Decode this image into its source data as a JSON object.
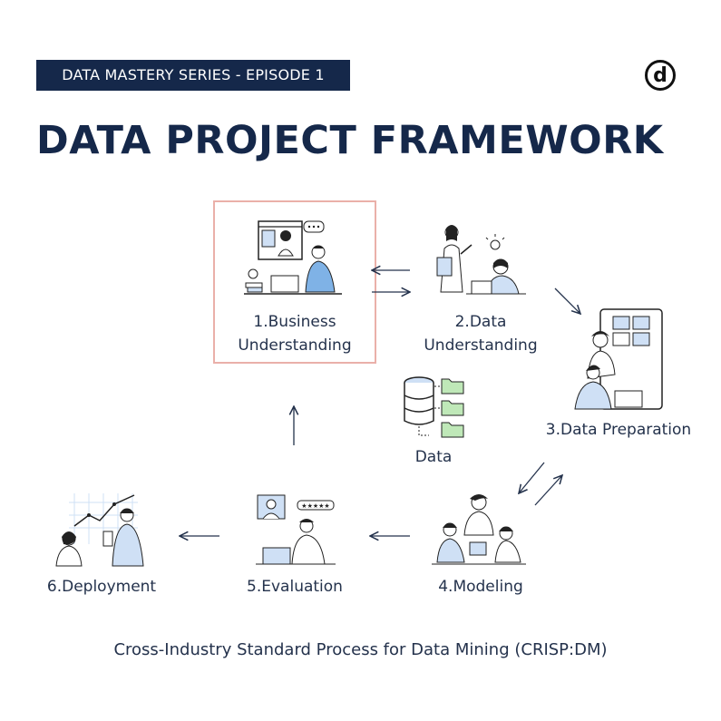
{
  "header": {
    "series_badge": "DATA MASTERY SERIES - EPISODE 1",
    "title": "DATA PROJECT FRAMEWORK",
    "logo_letter": "d"
  },
  "steps": [
    {
      "label_line1": "1.Business",
      "label_line2": "Understanding",
      "icon": "business-meeting-illustration"
    },
    {
      "label_line1": "2.Data",
      "label_line2": "Understanding",
      "icon": "data-insight-illustration"
    },
    {
      "label": "3.Data Preparation",
      "icon": "puzzle-board-illustration"
    },
    {
      "label": "4.Modeling",
      "icon": "team-puzzle-illustration"
    },
    {
      "label": "5.Evaluation",
      "icon": "rating-review-illustration"
    },
    {
      "label": "6.Deployment",
      "icon": "growth-chart-illustration"
    }
  ],
  "center": {
    "label": "Data",
    "icon": "database-folders-icon"
  },
  "footer": "Cross-Industry Standard Process for Data Mining (CRISP:DM)",
  "colors": {
    "navy": "#15284a",
    "accent_light_blue": "#cfe0f5",
    "highlight_border": "#eab0a9"
  }
}
